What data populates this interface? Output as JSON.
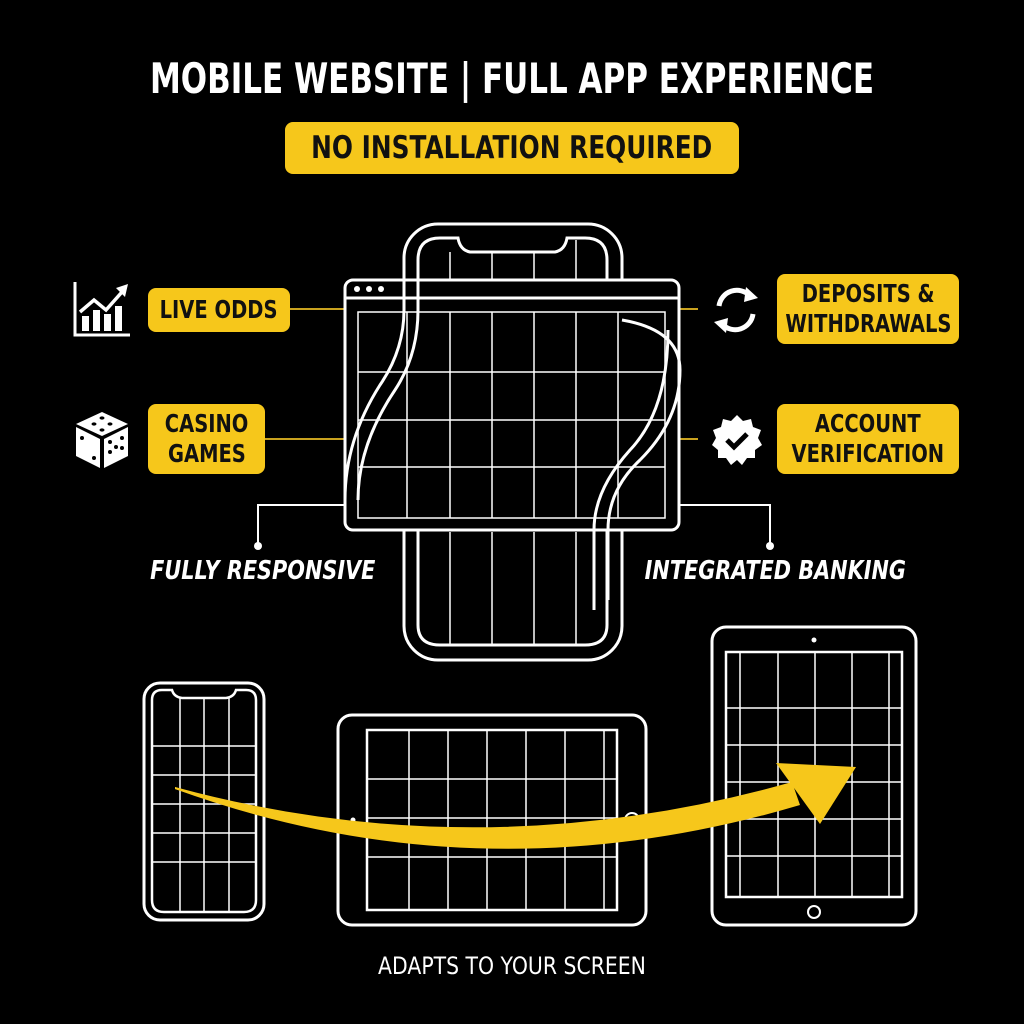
{
  "header": {
    "title": "MOBILE WEBSITE | FULL APP EXPERIENCE",
    "subtitle": "NO INSTALLATION REQUIRED"
  },
  "features_left": [
    {
      "label": "LIVE ODDS",
      "icon": "chart-growth-icon"
    },
    {
      "lines": [
        "CASINO",
        "GAMES"
      ],
      "icon": "dice-icon"
    }
  ],
  "features_right": [
    {
      "lines": [
        "DEPOSITS &",
        "WITHDRAWALS"
      ],
      "icon": "refresh-arrows-icon"
    },
    {
      "lines": [
        "ACCOUNT",
        "VERIFICATION"
      ],
      "icon": "verified-badge-icon"
    }
  ],
  "captions": {
    "left": "FULLY RESPONSIVE",
    "right": "INTEGRATED BANKING"
  },
  "devices": [
    "phone",
    "tablet-landscape",
    "tablet-portrait"
  ],
  "footer": "ADAPTS TO YOUR SCREEN",
  "colors": {
    "background": "#000000",
    "accent_yellow": "#f6c71b",
    "line_white": "#ffffff"
  }
}
